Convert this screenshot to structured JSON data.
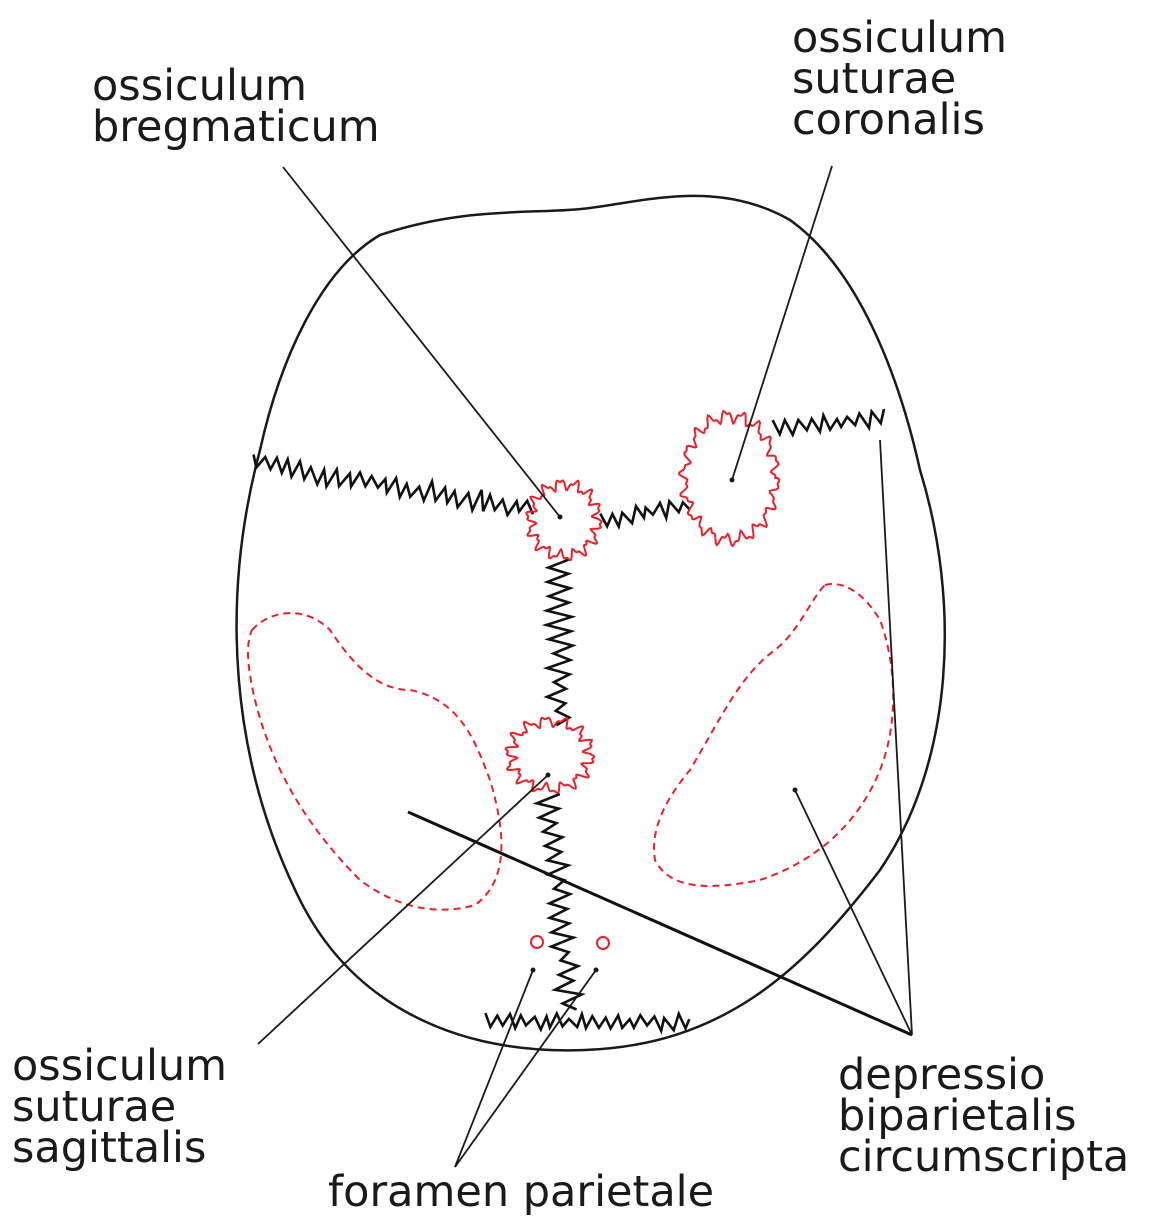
{
  "labels": {
    "ossiculum_bregmaticum": [
      "ossiculum",
      "bregmaticum"
    ],
    "ossiculum_suturae_coronalis": [
      "ossiculum",
      "suturae",
      "coronalis"
    ],
    "ossiculum_suturae_sagittalis": [
      "ossiculum",
      "suturae",
      "sagittalis"
    ],
    "depressio_biparietalis": [
      "depressio",
      "biparietalis",
      "circumscripta"
    ],
    "foramen_parietale": "foramen parietale"
  },
  "colors": {
    "outline": "#1a1a1a",
    "red": "#e8202a"
  }
}
